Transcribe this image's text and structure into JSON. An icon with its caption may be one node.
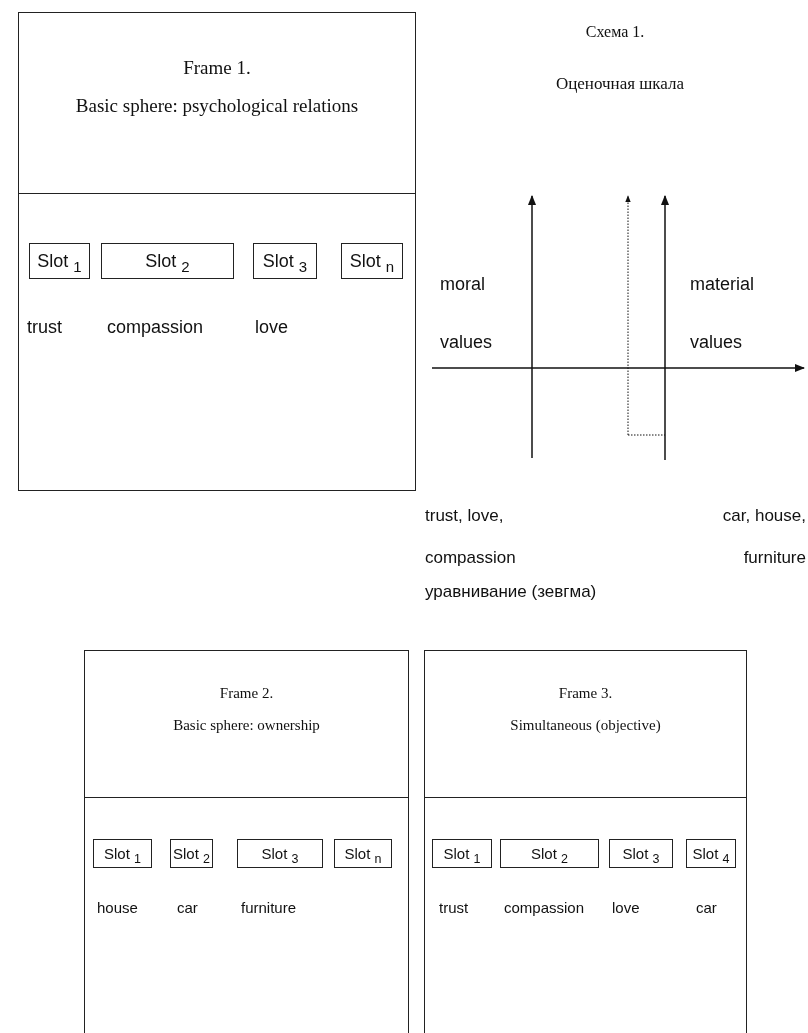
{
  "diagram": {
    "nodes": [
      {
        "text": [
          "Frame 1.",
          "Basic sphere: psychological relations"
        ]
      },
      {
        "text": [
          "Slot $_{1}$"
        ],
        "in": 0,
        "beside": [
          "trust"
        ]
      },
      {
        "text": [
          "Slot $_{2}$"
        ],
        "in": 0,
        "beside": [
          "compassion"
        ]
      },
      {
        "text": [
          "Slot $_{3}$"
        ],
        "in": 0,
        "beside": [
          "love"
        ]
      },
      {
        "text": [
          "Slot $_{n}$"
        ],
        "in": 0
      },
      {
        "text": [
          "Frame 2.",
          "Basic sphere: ownership"
        ]
      },
      {
        "text": [
          "Slot $_{1}$"
        ],
        "in": 5,
        "beside": [
          "house"
        ]
      },
      {
        "text": [
          "Slot $_{2}$"
        ],
        "in": 5,
        "beside": [
          "car"
        ]
      },
      {
        "text": [
          "Slot $_{3}$"
        ],
        "in": 5,
        "beside": [
          "furniture"
        ]
      },
      {
        "text": [
          "Slot $_{n}$"
        ],
        "in": 5
      },
      {
        "text": [
          "Frame 3.",
          "Simultaneous (objective)"
        ]
      },
      {
        "text": [
          "Slot $_{1}$"
        ],
        "in": 10,
        "beside": [
          "trust"
        ]
      },
      {
        "text": [
          "Slot $_{2}$"
        ],
        "in": 10,
        "beside": [
          "compassion"
        ]
      },
      {
        "text": [
          "Slot $_{3}$"
        ],
        "in": 10,
        "beside": [
          "love"
        ]
      },
      {
        "text": [
          "Slot $_{4}$"
        ],
        "in": 10,
        "beside": [
          "car"
        ]
      }
    ],
    "labels": [
      "Схема 1.",
      "Оценочная шкала",
      "moral values",
      "material values",
      "trust, love, compassion",
      "car, house, furniture",
      "уравнивание (зевгма)"
    ]
  }
}
